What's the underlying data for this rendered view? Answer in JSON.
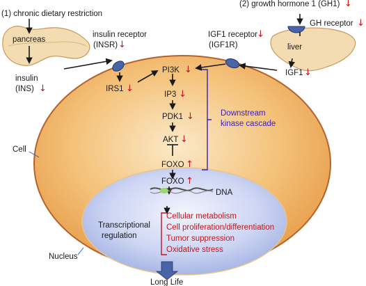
{
  "labels": {
    "dietary_restriction": "(1) chronic dietary restriction",
    "growth_hormone": "(2) growth hormone 1 (GH1)",
    "gh_receptor": "GH receptor",
    "pancreas": "pancreas",
    "liver": "liver",
    "insulin_line1": "insulin",
    "insulin_line2": "(INS)",
    "insr_line1": "insulin  receptor",
    "insr_line2": "(INSR)",
    "igf1r_line1": "IGF1 receptor",
    "igf1r_line2": "(IGF1R)",
    "igf1": "IGF1",
    "irs1": "IRS1",
    "pi3k": "PI3K",
    "ip3": "IP3",
    "pdk1": "PDK1",
    "akt": "AKT",
    "foxo_cyto": "FOXO",
    "foxo_nuc": "FOXO",
    "dna": "DNA",
    "cascade_line1": "Downstream",
    "cascade_line2": "kinase cascade",
    "cell": "Cell",
    "nucleus": "Nucleus",
    "transcription_line1": "Transcriptional",
    "transcription_line2": "regulation",
    "outcome": "Long Life"
  },
  "regulated_processes": [
    "Cellular metabolism",
    "Cell proliferation/differentiation",
    "Tumor suppression",
    "Oxidative stress"
  ],
  "symbols": {
    "down": "↓",
    "up": "↑"
  },
  "colors": {
    "cell_fill": "#f0b263",
    "cell_border": "#b4622c",
    "nucleus_fill": "#c4cdf0",
    "receptor": "#4a64a8",
    "regulation_red": "#c0161d",
    "cascade_purple": "#3a1fb8",
    "organ_fill": "#f4dcb2"
  }
}
